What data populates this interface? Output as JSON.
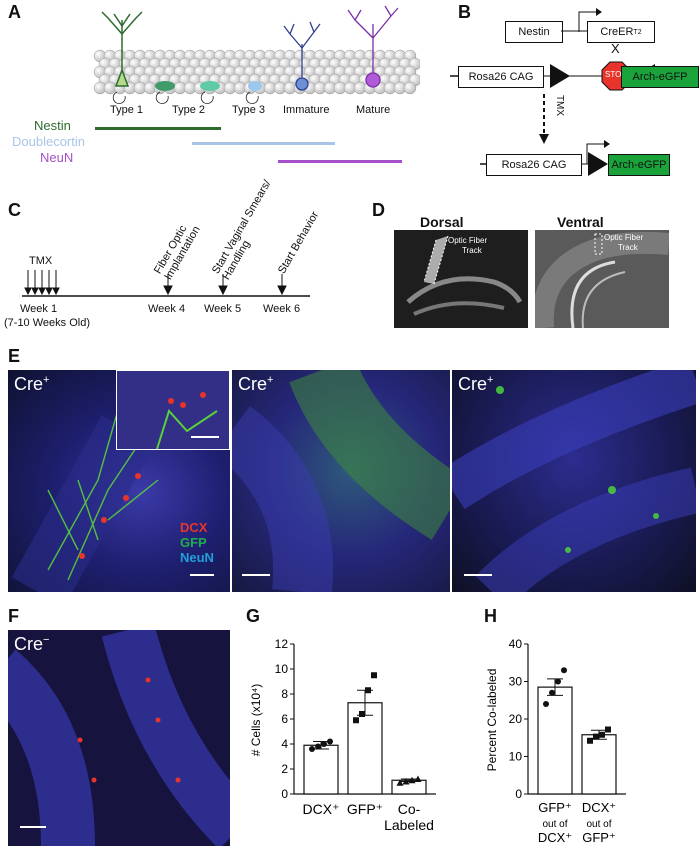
{
  "panels": {
    "A": "A",
    "B": "B",
    "C": "C",
    "D": "D",
    "E": "E",
    "F": "F",
    "G": "G",
    "H": "H"
  },
  "A": {
    "cell_types": [
      "Type 1",
      "Type 2",
      "Type 3",
      "Immature",
      "Mature"
    ],
    "markers": [
      {
        "name": "Nestin",
        "color": "#2e6b2e"
      },
      {
        "name": "Doublecortin",
        "color": "#a9c4e6"
      },
      {
        "name": "NeuN",
        "color": "#a64fc9"
      }
    ]
  },
  "B": {
    "nestin": "Nestin",
    "creert2": "CreER",
    "creert2_sup": "T2",
    "cross": "X",
    "rosa": "Rosa26 CAG",
    "stop": "STOP",
    "arch": "Arch-eGFP",
    "tmx": "TMX",
    "colors": {
      "arch": "#1aa33a",
      "stop": "#e8342a"
    }
  },
  "C": {
    "tmx": "TMX",
    "week1": "Week 1",
    "age": "(7-10 Weeks Old)",
    "week4": "Week 4",
    "week5": "Week 5",
    "week6": "Week 6",
    "event4a": "Fiber Optic",
    "event4b": "Implantation",
    "event5a": "Start Vaginal Smears/",
    "event5b": "Handling",
    "event6": "Start Behavior"
  },
  "D": {
    "dorsal": "Dorsal",
    "ventral": "Ventral",
    "fiber_a": "Optic Fiber",
    "fiber_b": "Track"
  },
  "E": {
    "cre_plus": "Cre",
    "sign_plus": "+",
    "legend": [
      {
        "label": "DCX",
        "color": "#e8342a"
      },
      {
        "label": "GFP",
        "color": "#1fae4c"
      },
      {
        "label": "NeuN",
        "color": "#1fa0d8"
      }
    ]
  },
  "F": {
    "cre_minus": "Cre",
    "sign_minus": "−"
  },
  "G": {
    "ylabel": "# Cells (x10⁴)",
    "categories": [
      "DCX⁺",
      "GFP⁺",
      "Co-",
      "Labeled"
    ]
  },
  "H": {
    "ylabel": "Percent Co-labeled",
    "cat1a": "GFP⁺",
    "cat1b": "out of",
    "cat1c": "DCX⁺",
    "cat2a": "DCX⁺",
    "cat2b": "out of",
    "cat2c": "GFP⁺"
  },
  "chart_data": [
    {
      "type": "bar",
      "title": "",
      "ylabel": "# Cells (x10⁴)",
      "categories": [
        "DCX⁺",
        "GFP⁺",
        "Co-Labeled"
      ],
      "values": [
        3.9,
        7.3,
        1.1
      ],
      "errors": [
        0.3,
        1.0,
        0.1
      ],
      "ylim": [
        0,
        12
      ],
      "yticks": [
        0,
        2,
        4,
        6,
        8,
        10,
        12
      ],
      "points": [
        [
          3.6,
          3.8,
          4.0,
          4.2
        ],
        [
          5.9,
          6.4,
          8.3,
          9.5
        ],
        [
          0.9,
          1.0,
          1.1,
          1.2
        ]
      ]
    },
    {
      "type": "bar",
      "title": "",
      "ylabel": "Percent Co-labeled",
      "categories": [
        "GFP⁺ out of DCX⁺",
        "DCX⁺ out of GFP⁺"
      ],
      "values": [
        28.5,
        15.8
      ],
      "errors": [
        2.2,
        1.2
      ],
      "ylim": [
        0,
        40
      ],
      "yticks": [
        0,
        10,
        20,
        30,
        40
      ],
      "points": [
        [
          24,
          27,
          30,
          33
        ],
        [
          14.2,
          15.3,
          15.8,
          17.2
        ]
      ]
    }
  ]
}
